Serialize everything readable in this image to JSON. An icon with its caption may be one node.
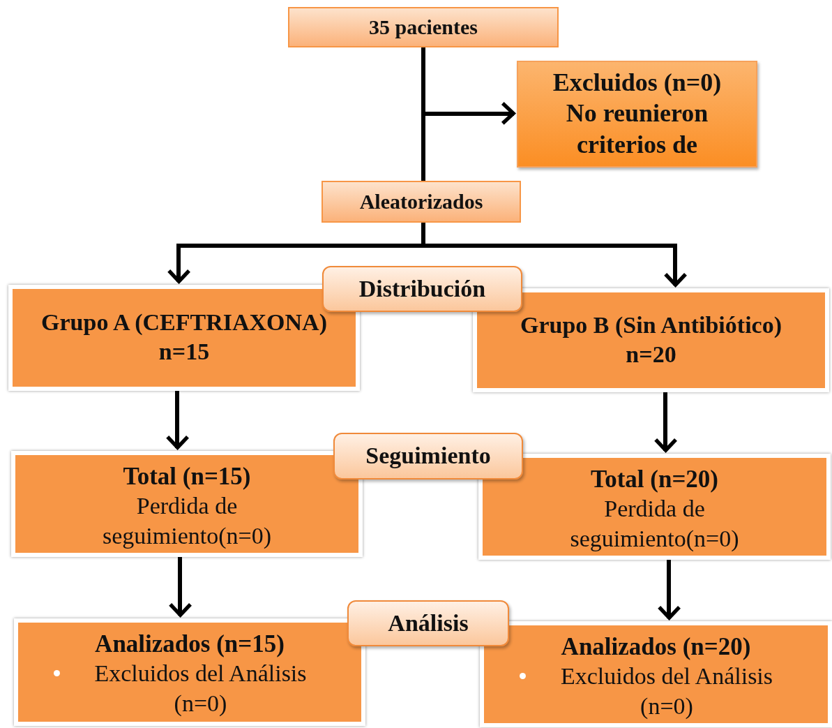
{
  "diagram": {
    "nodes": [
      {
        "text": [
          "35 pacientes"
        ]
      },
      {
        "text": [
          "Excluidos (n=0)",
          "No reunieron criterios de"
        ]
      },
      {
        "text": [
          "Aleatorizados"
        ]
      },
      {
        "text": [
          "Distribución"
        ]
      },
      {
        "text": [
          "Grupo A (CEFTRIAXONA)",
          "n=15"
        ]
      },
      {
        "text": [
          "Grupo B (Sin Antibiótico)",
          "n=20"
        ]
      },
      {
        "text": [
          "Seguimiento"
        ]
      },
      {
        "text": [
          "Total (n=15)",
          "Perdida de seguimiento(n=0)"
        ]
      },
      {
        "text": [
          "Total (n=20)",
          "Perdida de seguimiento(n=0)"
        ]
      },
      {
        "text": [
          "Análisis"
        ]
      },
      {
        "text": [
          "Analizados (n=15)",
          "Excluidos del Análisis (n=0)"
        ]
      },
      {
        "text": [
          "Analizados (n=20)",
          "Excluidos del Análisis (n=0)"
        ]
      }
    ],
    "edges": [
      {
        "from": 0,
        "to": 2,
        "arrow": "none"
      },
      {
        "from": 0,
        "to": 1,
        "arrow": "to"
      },
      {
        "from": 2,
        "to": 4,
        "arrow": "to"
      },
      {
        "from": 2,
        "to": 5,
        "arrow": "to"
      },
      {
        "from": 4,
        "to": 7,
        "arrow": "to"
      },
      {
        "from": 5,
        "to": 8,
        "arrow": "to"
      },
      {
        "from": 7,
        "to": 10,
        "arrow": "to"
      },
      {
        "from": 8,
        "to": 11,
        "arrow": "to"
      }
    ]
  }
}
